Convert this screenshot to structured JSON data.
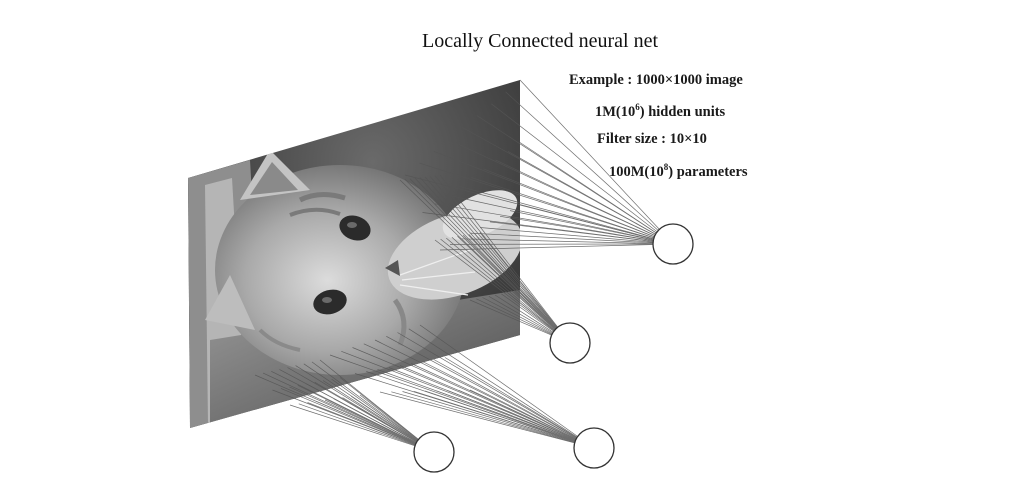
{
  "diagram": {
    "title": "Locally Connected neural net",
    "example": {
      "line1": "Example : 1000×1000 image",
      "hidden_prefix": "1M(10",
      "hidden_exp": "6",
      "hidden_suffix": ") hidden units",
      "filter": "Filter size : 10×10",
      "params_prefix": "100M(10",
      "params_exp": "8",
      "params_suffix": ") parameters"
    },
    "image_subject": "cat photo (grayscale)",
    "hidden_units_shown": 4,
    "colors": {
      "lines": "#555555",
      "circle": "#333333",
      "text": "#111111"
    }
  }
}
